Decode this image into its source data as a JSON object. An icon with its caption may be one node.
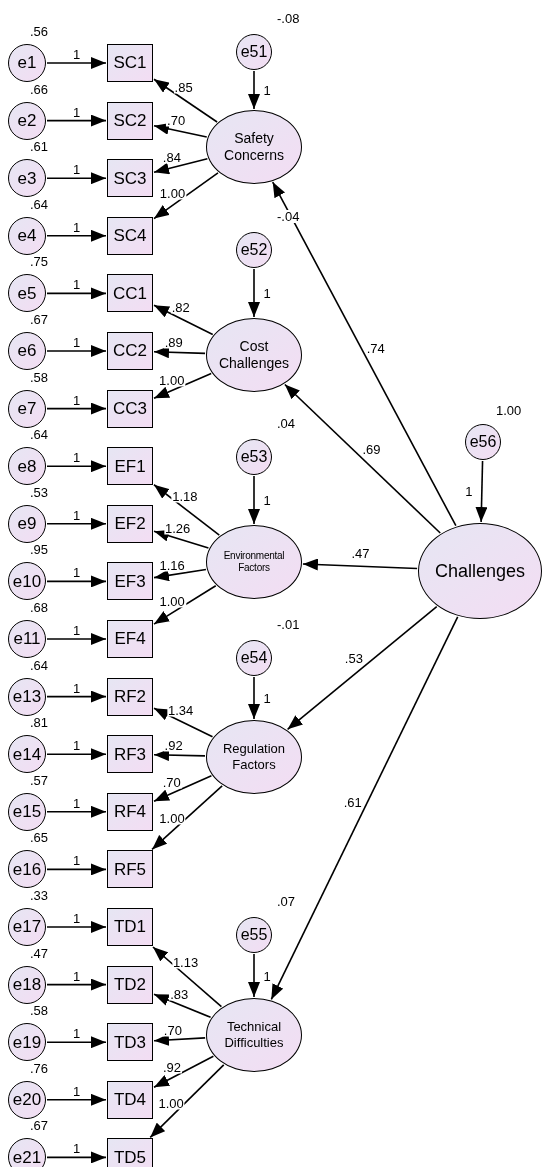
{
  "diagram": {
    "nodes": [
      {
        "text": [
          "e1"
        ],
        "beside": [
          ".56"
        ]
      },
      {
        "text": [
          "SC1"
        ]
      },
      {
        "text": [
          "e2"
        ],
        "beside": [
          ".66"
        ]
      },
      {
        "text": [
          "SC2"
        ]
      },
      {
        "text": [
          "e3"
        ],
        "beside": [
          ".61"
        ]
      },
      {
        "text": [
          "SC3"
        ]
      },
      {
        "text": [
          "e4"
        ],
        "beside": [
          ".64"
        ]
      },
      {
        "text": [
          "SC4"
        ]
      },
      {
        "text": [
          "e5"
        ],
        "beside": [
          ".75"
        ]
      },
      {
        "text": [
          "CC1"
        ]
      },
      {
        "text": [
          "e6"
        ],
        "beside": [
          ".67"
        ]
      },
      {
        "text": [
          "CC2"
        ]
      },
      {
        "text": [
          "e7"
        ],
        "beside": [
          ".58"
        ]
      },
      {
        "text": [
          "CC3"
        ]
      },
      {
        "text": [
          "e8"
        ],
        "beside": [
          ".64"
        ]
      },
      {
        "text": [
          "EF1"
        ]
      },
      {
        "text": [
          "e9"
        ],
        "beside": [
          ".53"
        ]
      },
      {
        "text": [
          "EF2"
        ]
      },
      {
        "text": [
          "e10"
        ],
        "beside": [
          ".95"
        ]
      },
      {
        "text": [
          "EF3"
        ]
      },
      {
        "text": [
          "e11"
        ],
        "beside": [
          ".68"
        ]
      },
      {
        "text": [
          "EF4"
        ]
      },
      {
        "text": [
          "e13"
        ],
        "beside": [
          ".64"
        ]
      },
      {
        "text": [
          "RF2"
        ]
      },
      {
        "text": [
          "e14"
        ],
        "beside": [
          ".81"
        ]
      },
      {
        "text": [
          "RF3"
        ]
      },
      {
        "text": [
          "e15"
        ],
        "beside": [
          ".57"
        ]
      },
      {
        "text": [
          "RF4"
        ]
      },
      {
        "text": [
          "e16"
        ],
        "beside": [
          ".65"
        ]
      },
      {
        "text": [
          "RF5"
        ]
      },
      {
        "text": [
          "e17"
        ],
        "beside": [
          ".33"
        ]
      },
      {
        "text": [
          "TD1"
        ]
      },
      {
        "text": [
          "e18"
        ],
        "beside": [
          ".47"
        ]
      },
      {
        "text": [
          "TD2"
        ]
      },
      {
        "text": [
          "e19"
        ],
        "beside": [
          ".58"
        ]
      },
      {
        "text": [
          "TD3"
        ]
      },
      {
        "text": [
          "e20"
        ],
        "beside": [
          ".76"
        ]
      },
      {
        "text": [
          "TD4"
        ]
      },
      {
        "text": [
          "e21"
        ],
        "beside": [
          ".67"
        ]
      },
      {
        "text": [
          "TD5"
        ]
      },
      {
        "text": [
          "e51"
        ],
        "beside": [
          "-.08"
        ]
      },
      {
        "text": [
          "Safety Concerns"
        ]
      },
      {
        "text": [
          "e52"
        ],
        "beside": [
          "-.04"
        ]
      },
      {
        "text": [
          "Cost Challenges"
        ]
      },
      {
        "text": [
          "e53"
        ],
        "beside": [
          ".04"
        ]
      },
      {
        "text": [
          "Environmental Factors"
        ]
      },
      {
        "text": [
          "e54"
        ],
        "beside": [
          "-.01"
        ]
      },
      {
        "text": [
          "Regulation Factors"
        ]
      },
      {
        "text": [
          "e55"
        ],
        "beside": [
          ".07"
        ]
      },
      {
        "text": [
          "Technical Difficulties"
        ]
      },
      {
        "text": [
          "e56"
        ],
        "beside": [
          "1.00"
        ]
      },
      {
        "text": [
          "Challenges"
        ]
      }
    ],
    "edges": [
      {
        "from": 0,
        "to": 1,
        "arrow": "to",
        "label": "1"
      },
      {
        "from": 2,
        "to": 3,
        "arrow": "to",
        "label": "1"
      },
      {
        "from": 4,
        "to": 5,
        "arrow": "to",
        "label": "1"
      },
      {
        "from": 6,
        "to": 7,
        "arrow": "to",
        "label": "1"
      },
      {
        "from": 8,
        "to": 9,
        "arrow": "to",
        "label": "1"
      },
      {
        "from": 10,
        "to": 11,
        "arrow": "to",
        "label": "1"
      },
      {
        "from": 12,
        "to": 13,
        "arrow": "to",
        "label": "1"
      },
      {
        "from": 14,
        "to": 15,
        "arrow": "to",
        "label": "1"
      },
      {
        "from": 16,
        "to": 17,
        "arrow": "to",
        "label": "1"
      },
      {
        "from": 18,
        "to": 19,
        "arrow": "to",
        "label": "1"
      },
      {
        "from": 20,
        "to": 21,
        "arrow": "to",
        "label": "1"
      },
      {
        "from": 22,
        "to": 23,
        "arrow": "to",
        "label": "1"
      },
      {
        "from": 24,
        "to": 25,
        "arrow": "to",
        "label": "1"
      },
      {
        "from": 26,
        "to": 27,
        "arrow": "to",
        "label": "1"
      },
      {
        "from": 28,
        "to": 29,
        "arrow": "to",
        "label": "1"
      },
      {
        "from": 30,
        "to": 31,
        "arrow": "to",
        "label": "1"
      },
      {
        "from": 32,
        "to": 33,
        "arrow": "to",
        "label": "1"
      },
      {
        "from": 34,
        "to": 35,
        "arrow": "to",
        "label": "1"
      },
      {
        "from": 36,
        "to": 37,
        "arrow": "to",
        "label": "1"
      },
      {
        "from": 38,
        "to": 39,
        "arrow": "to",
        "label": "1"
      },
      {
        "from": 41,
        "to": 1,
        "arrow": "to",
        "label": ".85"
      },
      {
        "from": 41,
        "to": 3,
        "arrow": "to",
        "label": ".70"
      },
      {
        "from": 41,
        "to": 5,
        "arrow": "to",
        "label": ".84"
      },
      {
        "from": 41,
        "to": 7,
        "arrow": "to",
        "label": "1.00"
      },
      {
        "from": 43,
        "to": 9,
        "arrow": "to",
        "label": ".82"
      },
      {
        "from": 43,
        "to": 11,
        "arrow": "to",
        "label": ".89"
      },
      {
        "from": 43,
        "to": 13,
        "arrow": "to",
        "label": "1.00"
      },
      {
        "from": 45,
        "to": 15,
        "arrow": "to",
        "label": "1.18"
      },
      {
        "from": 45,
        "to": 17,
        "arrow": "to",
        "label": "1.26"
      },
      {
        "from": 45,
        "to": 19,
        "arrow": "to",
        "label": "1.16"
      },
      {
        "from": 45,
        "to": 21,
        "arrow": "to",
        "label": "1.00"
      },
      {
        "from": 47,
        "to": 23,
        "arrow": "to",
        "label": "1.34"
      },
      {
        "from": 47,
        "to": 25,
        "arrow": "to",
        "label": ".92"
      },
      {
        "from": 47,
        "to": 27,
        "arrow": "to",
        "label": ".70"
      },
      {
        "from": 47,
        "to": 29,
        "arrow": "to",
        "label": "1.00"
      },
      {
        "from": 49,
        "to": 31,
        "arrow": "to",
        "label": "1.13"
      },
      {
        "from": 49,
        "to": 33,
        "arrow": "to",
        "label": ".83"
      },
      {
        "from": 49,
        "to": 35,
        "arrow": "to",
        "label": ".70"
      },
      {
        "from": 49,
        "to": 37,
        "arrow": "to",
        "label": ".92"
      },
      {
        "from": 49,
        "to": 39,
        "arrow": "to",
        "label": "1.00"
      },
      {
        "from": 40,
        "to": 41,
        "arrow": "to",
        "label": "1"
      },
      {
        "from": 42,
        "to": 43,
        "arrow": "to",
        "label": "1"
      },
      {
        "from": 44,
        "to": 45,
        "arrow": "to",
        "label": "1"
      },
      {
        "from": 46,
        "to": 47,
        "arrow": "to",
        "label": "1"
      },
      {
        "from": 48,
        "to": 49,
        "arrow": "to",
        "label": "1"
      },
      {
        "from": 51,
        "to": 41,
        "arrow": "to",
        "label": ".74"
      },
      {
        "from": 51,
        "to": 43,
        "arrow": "to",
        "label": ".69"
      },
      {
        "from": 51,
        "to": 45,
        "arrow": "to",
        "label": ".47"
      },
      {
        "from": 51,
        "to": 47,
        "arrow": "to",
        "label": ".53"
      },
      {
        "from": 51,
        "to": 49,
        "arrow": "to",
        "label": ".61"
      },
      {
        "from": 50,
        "to": 51,
        "arrow": "to",
        "label": "1"
      }
    ]
  }
}
